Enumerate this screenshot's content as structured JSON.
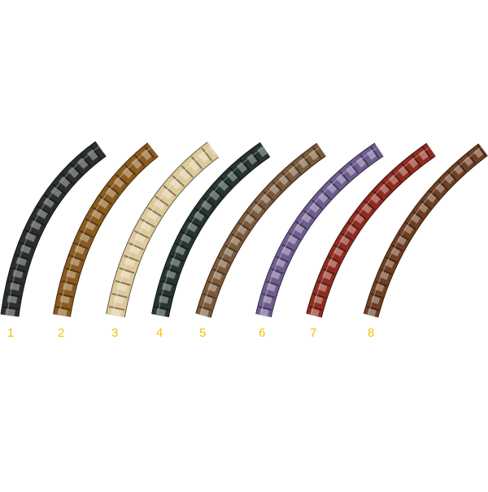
{
  "label_color": "#f2c100",
  "swatches": [
    {
      "label": "1",
      "color": "#2b2f2b"
    },
    {
      "label": "2",
      "color": "#8a5a1e"
    },
    {
      "label": "3",
      "color": "#ddc99a"
    },
    {
      "label": "4",
      "color": "#26352d"
    },
    {
      "label": "5",
      "color": "#7a5a3a"
    },
    {
      "label": "6",
      "color": "#6f5d8f"
    },
    {
      "label": "7",
      "color": "#8e2c20"
    },
    {
      "label": "8",
      "color": "#6e3f22"
    }
  ]
}
